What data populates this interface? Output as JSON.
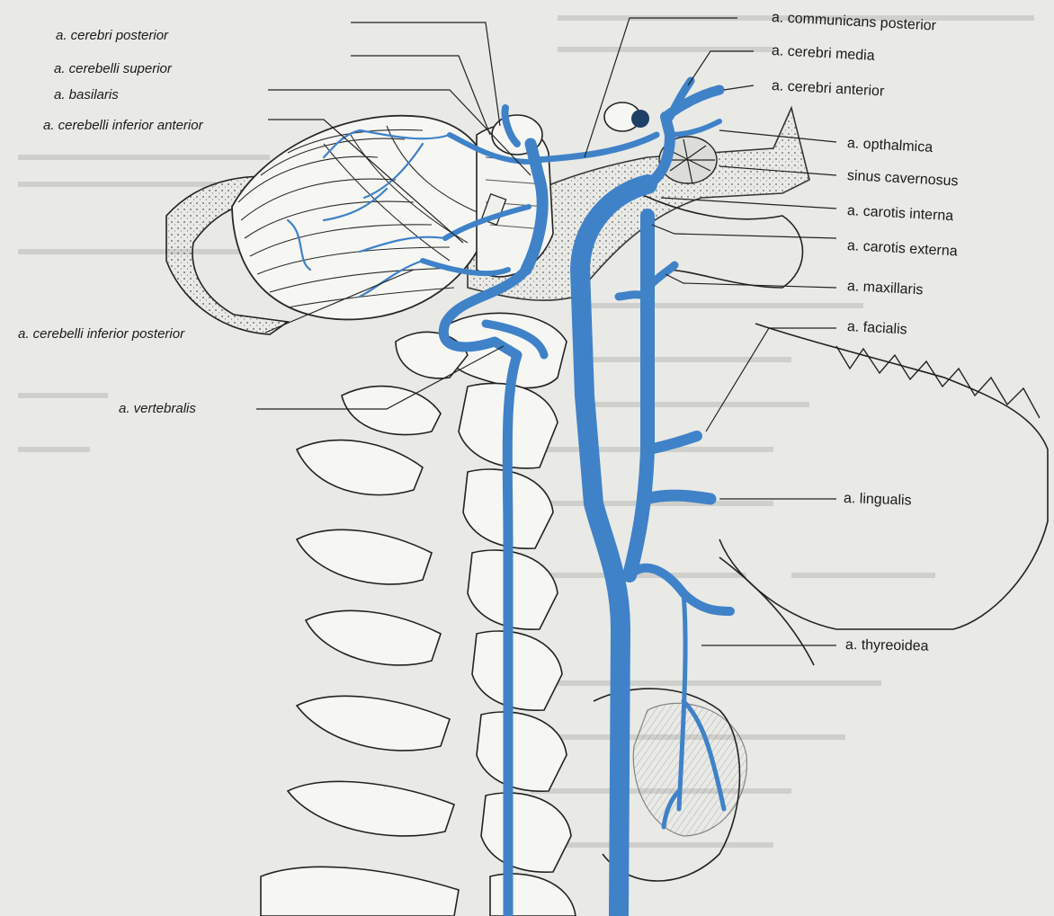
{
  "colors": {
    "artery": "#3f82c8",
    "artery_dark": "#2a5f9a",
    "ink": "#1e1e1e",
    "paper": "#e9e9e6",
    "bone": "#f3f3f0"
  },
  "labels": {
    "left": [
      {
        "id": "cerebri-posterior",
        "text": "a. cerebri posterior"
      },
      {
        "id": "cerebelli-superior",
        "text": "a. cerebelli superior"
      },
      {
        "id": "basilaris",
        "text": "a. basilaris"
      },
      {
        "id": "cerebelli-inferior-anterior",
        "text": "a. cerebelli inferior anterior"
      },
      {
        "id": "cerebelli-inferior-posterior",
        "text": "a. cerebelli inferior posterior"
      },
      {
        "id": "vertebralis",
        "text": "a. vertebralis"
      }
    ],
    "right": [
      {
        "id": "communicans-posterior",
        "text": "a. communicans posterior"
      },
      {
        "id": "cerebri-media",
        "text": "a. cerebri media"
      },
      {
        "id": "cerebri-anterior",
        "text": "a. cerebri anterior"
      },
      {
        "id": "opthalmica",
        "text": "a. opthalmica"
      },
      {
        "id": "sinus-cavernosus",
        "text": "sinus cavernosus"
      },
      {
        "id": "carotis-interna",
        "text": "a. carotis interna"
      },
      {
        "id": "carotis-externa",
        "text": "a. carotis externa"
      },
      {
        "id": "maxillaris",
        "text": "a. maxillaris"
      },
      {
        "id": "facialis",
        "text": "a. facialis"
      },
      {
        "id": "lingualis",
        "text": "a. lingualis"
      },
      {
        "id": "thyreoidea",
        "text": "a. thyreoidea"
      }
    ]
  }
}
